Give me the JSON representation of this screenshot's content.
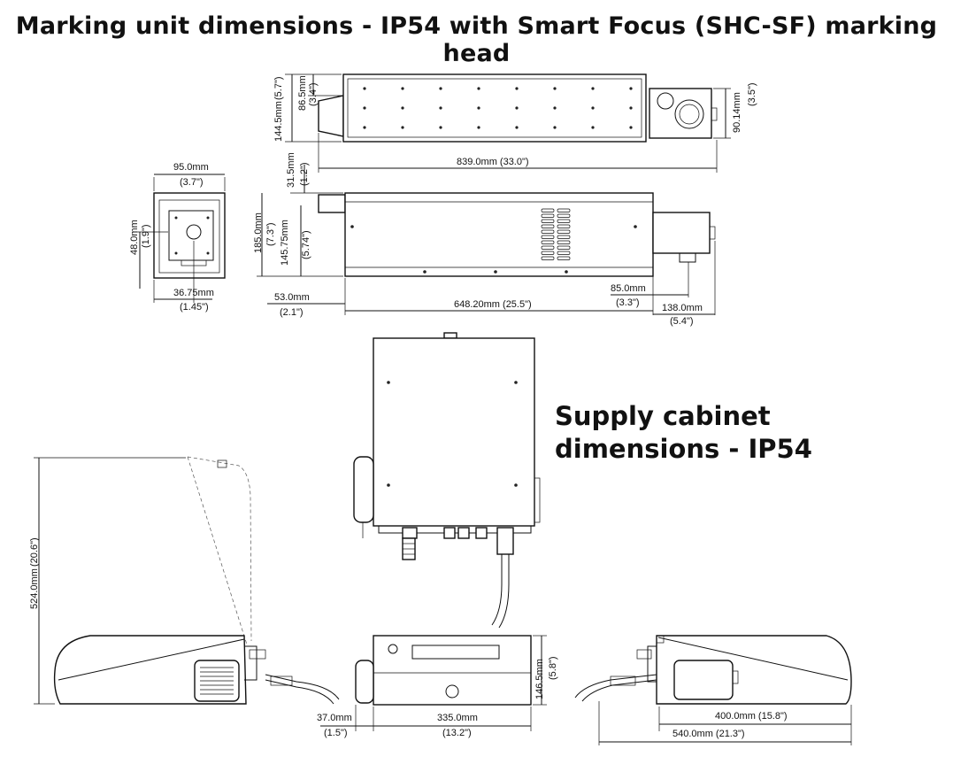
{
  "title": "Marking unit dimensions - IP54 with Smart Focus (SHC-SF) marking head",
  "subtitle_line1": "Supply cabinet",
  "subtitle_line2": "dimensions - IP54",
  "marking_unit": {
    "top_view": {
      "height": "144.5mm",
      "height_in": "(5.7\")",
      "inlet_height": "86.5mm",
      "inlet_height_in": "(3.4\")",
      "head_height": "90.14mm",
      "head_height_in": "(3.5\")",
      "length": "839.0mm (33.0\")"
    },
    "side_view": {
      "offset": "31.5mm",
      "offset_in": "(1.2\")",
      "height": "185.0mm",
      "height_in": "(7.3\")",
      "beam_height": "145.75mm",
      "beam_height_in": "(5.74\")",
      "rear_length": "53.0mm",
      "rear_length_in": "(2.1\")",
      "body_length": "648.20mm (25.5\")",
      "head_offset": "85.0mm",
      "head_offset_in": "(3.3\")",
      "head_length": "138.0mm",
      "head_length_in": "(5.4\")"
    },
    "end_view": {
      "width": "95.0mm",
      "width_in": "(3.7\")",
      "center_height": "48.0mm",
      "center_height_in": "(1.9\")",
      "center_offset": "36.75mm",
      "center_offset_in": "(1.45\")"
    }
  },
  "supply_cabinet": {
    "lid_open_height": "524.0mm",
    "lid_open_height_in": "(20.6\")",
    "front_height": "146.5mm",
    "front_height_in": "(5.8\")",
    "knob_depth": "37.0mm",
    "knob_depth_in": "(1.5\")",
    "front_width": "335.0mm",
    "front_width_in": "(13.2\")",
    "side_depth": "400.0mm (15.8\")",
    "total_depth": "540.0mm (21.3\")"
  }
}
